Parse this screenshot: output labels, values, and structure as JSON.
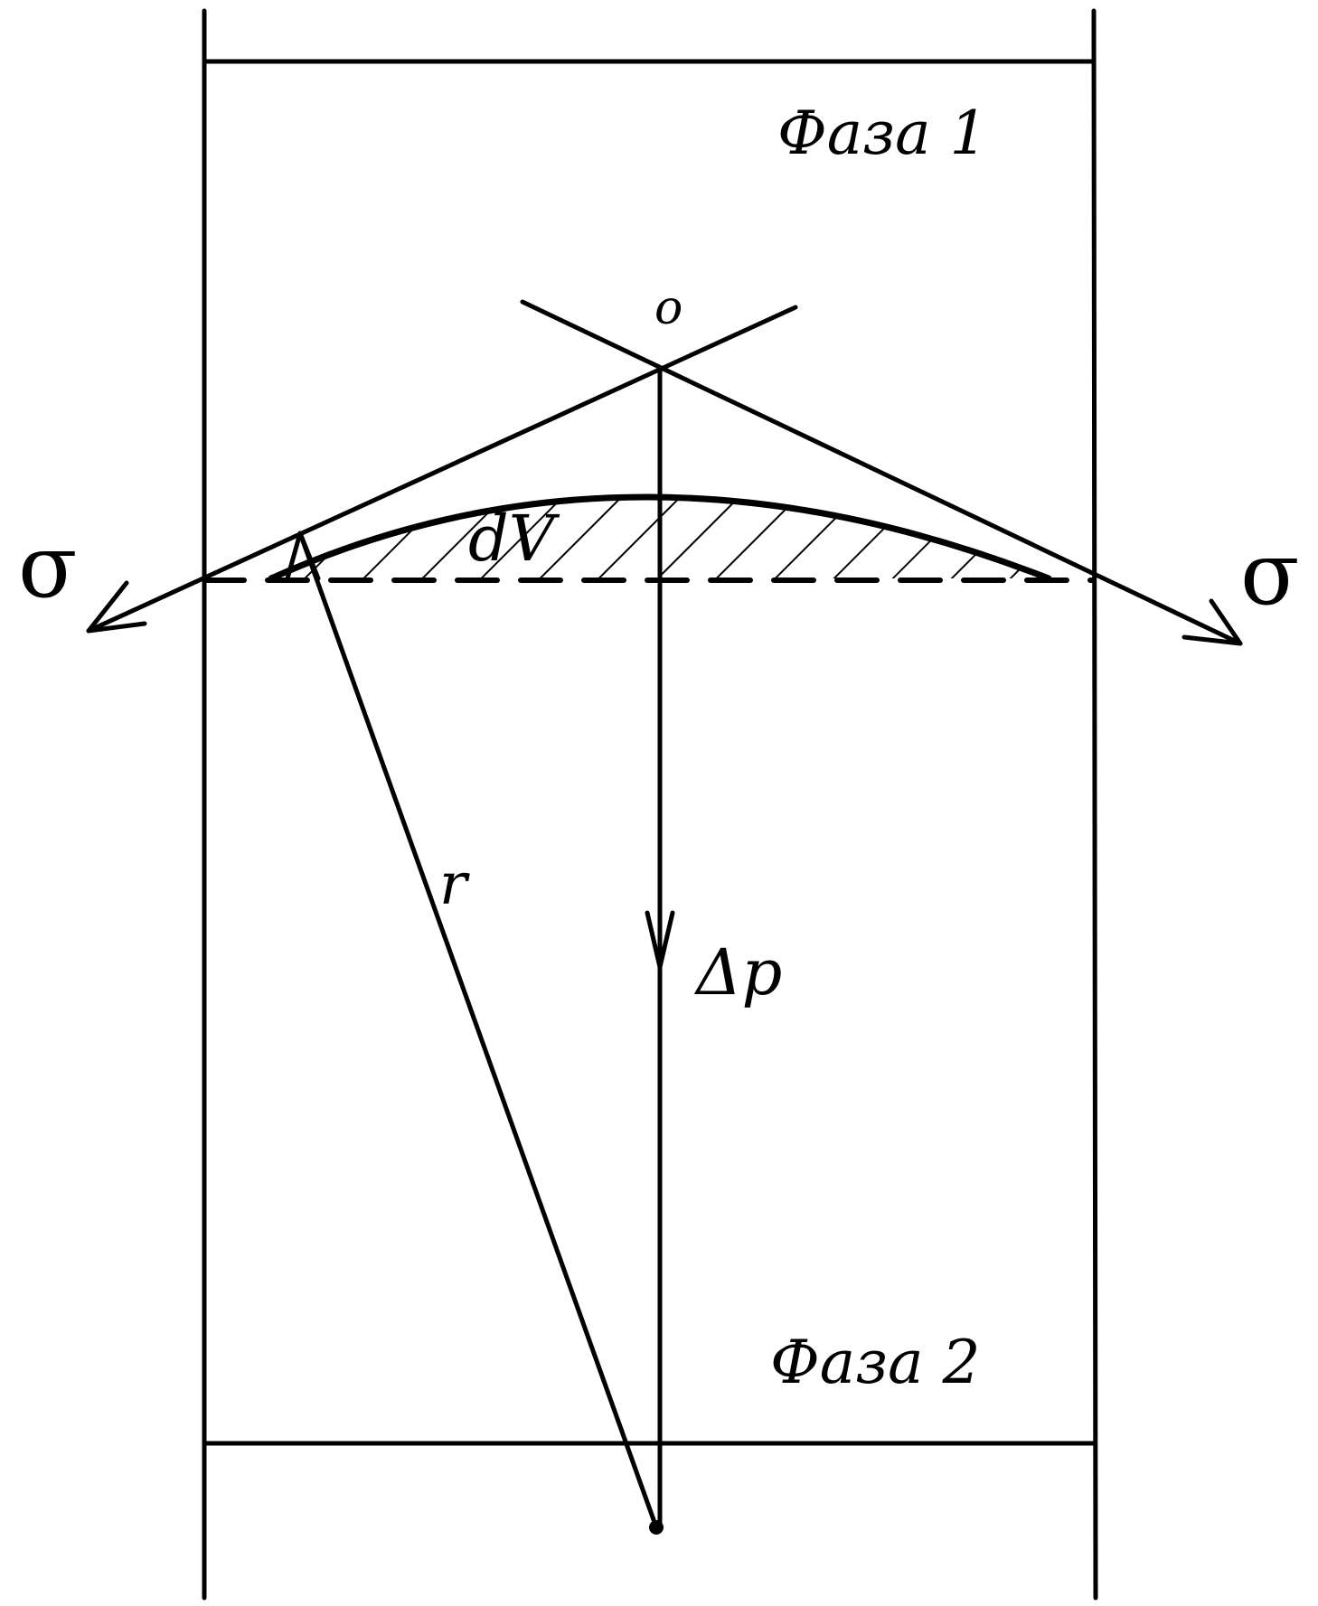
{
  "labels": {
    "phase_top": "Фаза 1",
    "phase_bottom": "Фаза 2",
    "sigma_left": "σ",
    "sigma_right": "σ",
    "point_o": "o",
    "volume": "dV",
    "radius": "r",
    "pressure": "Δp"
  },
  "colors": {
    "ink": "#000000",
    "paper": "#ffffff"
  }
}
